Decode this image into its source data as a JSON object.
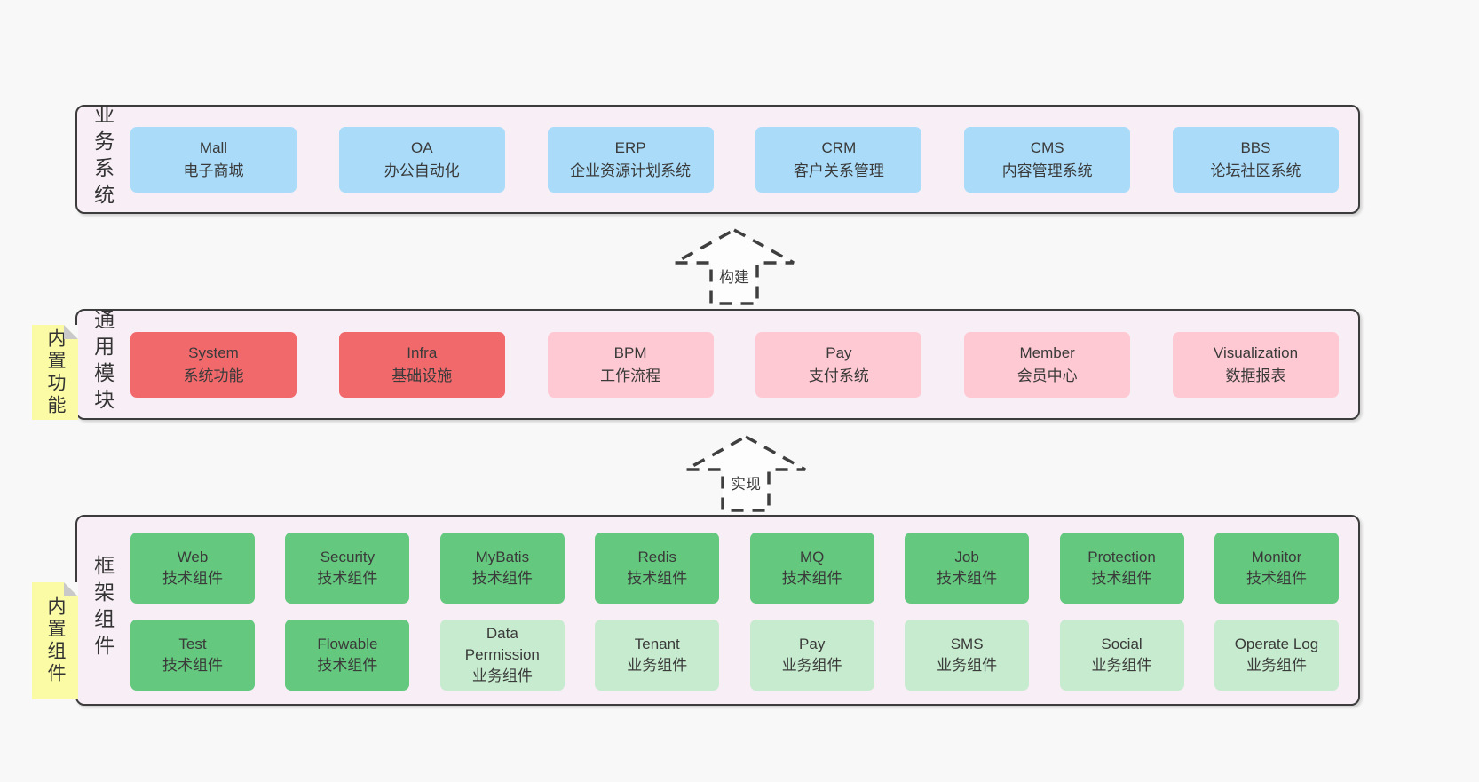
{
  "colors": {
    "page_bg": "#f8f8f8",
    "layer_bg": "#f8eef6",
    "layer_border": "#3c3c3c",
    "business_system_box": "#aadcfa",
    "core_module_box": "#f2696c",
    "optional_module_box": "#ffc9d3",
    "tech_component_box": "#64c87e",
    "biz_component_box": "#c6ebce",
    "sticky_note_bg": "#fbfba6",
    "text": "#383838"
  },
  "layers": [
    {
      "label": "业务系统",
      "boxes": [
        {
          "title": "Mall",
          "subtitle": "电子商城"
        },
        {
          "title": "OA",
          "subtitle": "办公自动化"
        },
        {
          "title": "ERP",
          "subtitle": "企业资源计划系统"
        },
        {
          "title": "CRM",
          "subtitle": "客户关系管理"
        },
        {
          "title": "CMS",
          "subtitle": "内容管理系统"
        },
        {
          "title": "BBS",
          "subtitle": "论坛社区系统"
        }
      ]
    },
    {
      "label": "通用模块",
      "note": "内置功能",
      "boxes": [
        {
          "title": "System",
          "subtitle": "系统功能"
        },
        {
          "title": "Infra",
          "subtitle": "基础设施"
        },
        {
          "title": "BPM",
          "subtitle": "工作流程"
        },
        {
          "title": "Pay",
          "subtitle": "支付系统"
        },
        {
          "title": "Member",
          "subtitle": "会员中心"
        },
        {
          "title": "Visualization",
          "subtitle": "数据报表"
        }
      ]
    },
    {
      "label": "框架组件",
      "note": "内置组件",
      "rows": [
        [
          {
            "title": "Web",
            "subtitle": "技术组件"
          },
          {
            "title": "Security",
            "subtitle": "技术组件"
          },
          {
            "title": "MyBatis",
            "subtitle": "技术组件"
          },
          {
            "title": "Redis",
            "subtitle": "技术组件"
          },
          {
            "title": "MQ",
            "subtitle": "技术组件"
          },
          {
            "title": "Job",
            "subtitle": "技术组件"
          },
          {
            "title": "Protection",
            "subtitle": "技术组件"
          },
          {
            "title": "Monitor",
            "subtitle": "技术组件"
          }
        ],
        [
          {
            "title": "Test",
            "subtitle": "技术组件"
          },
          {
            "title": "Flowable",
            "subtitle": "技术组件"
          },
          {
            "title": "Data Permission",
            "subtitle": "业务组件"
          },
          {
            "title": "Tenant",
            "subtitle": "业务组件"
          },
          {
            "title": "Pay",
            "subtitle": "业务组件"
          },
          {
            "title": "SMS",
            "subtitle": "业务组件"
          },
          {
            "title": "Social",
            "subtitle": "业务组件"
          },
          {
            "title": "Operate Log",
            "subtitle": "业务组件"
          }
        ]
      ]
    }
  ],
  "arrows": [
    {
      "label": "构建"
    },
    {
      "label": "实现"
    }
  ]
}
